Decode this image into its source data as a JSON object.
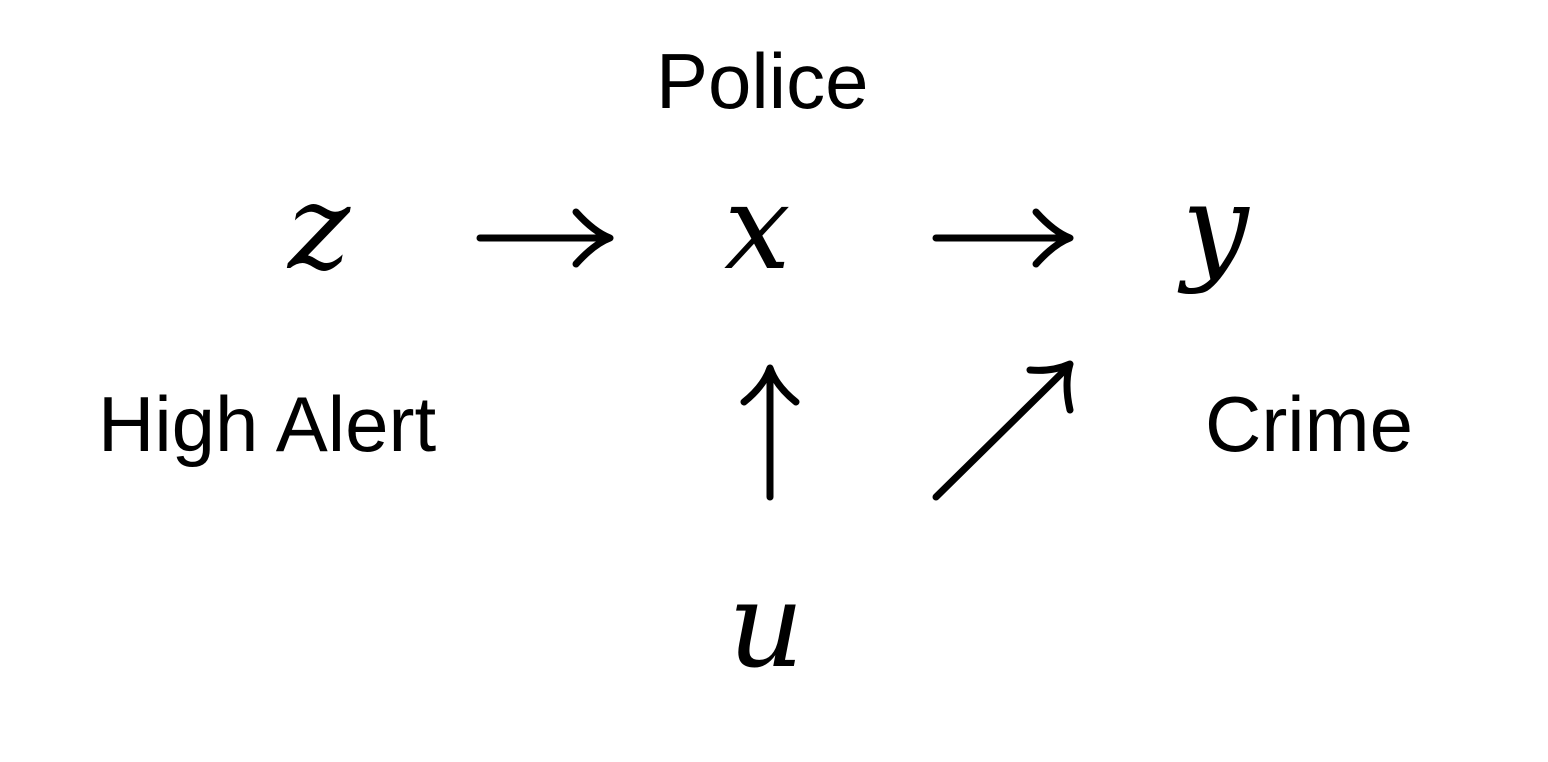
{
  "diagram": {
    "labels": {
      "police": "Police",
      "high_alert": "High Alert",
      "crime": "Crime"
    },
    "nodes": {
      "z": "z",
      "x": "x",
      "y": "y",
      "u": "u"
    },
    "edges": [
      {
        "from": "z",
        "to": "x"
      },
      {
        "from": "x",
        "to": "y"
      },
      {
        "from": "u",
        "to": "x"
      },
      {
        "from": "u",
        "to": "y"
      }
    ],
    "colors": {
      "text": "#000000",
      "background": "#ffffff"
    }
  }
}
